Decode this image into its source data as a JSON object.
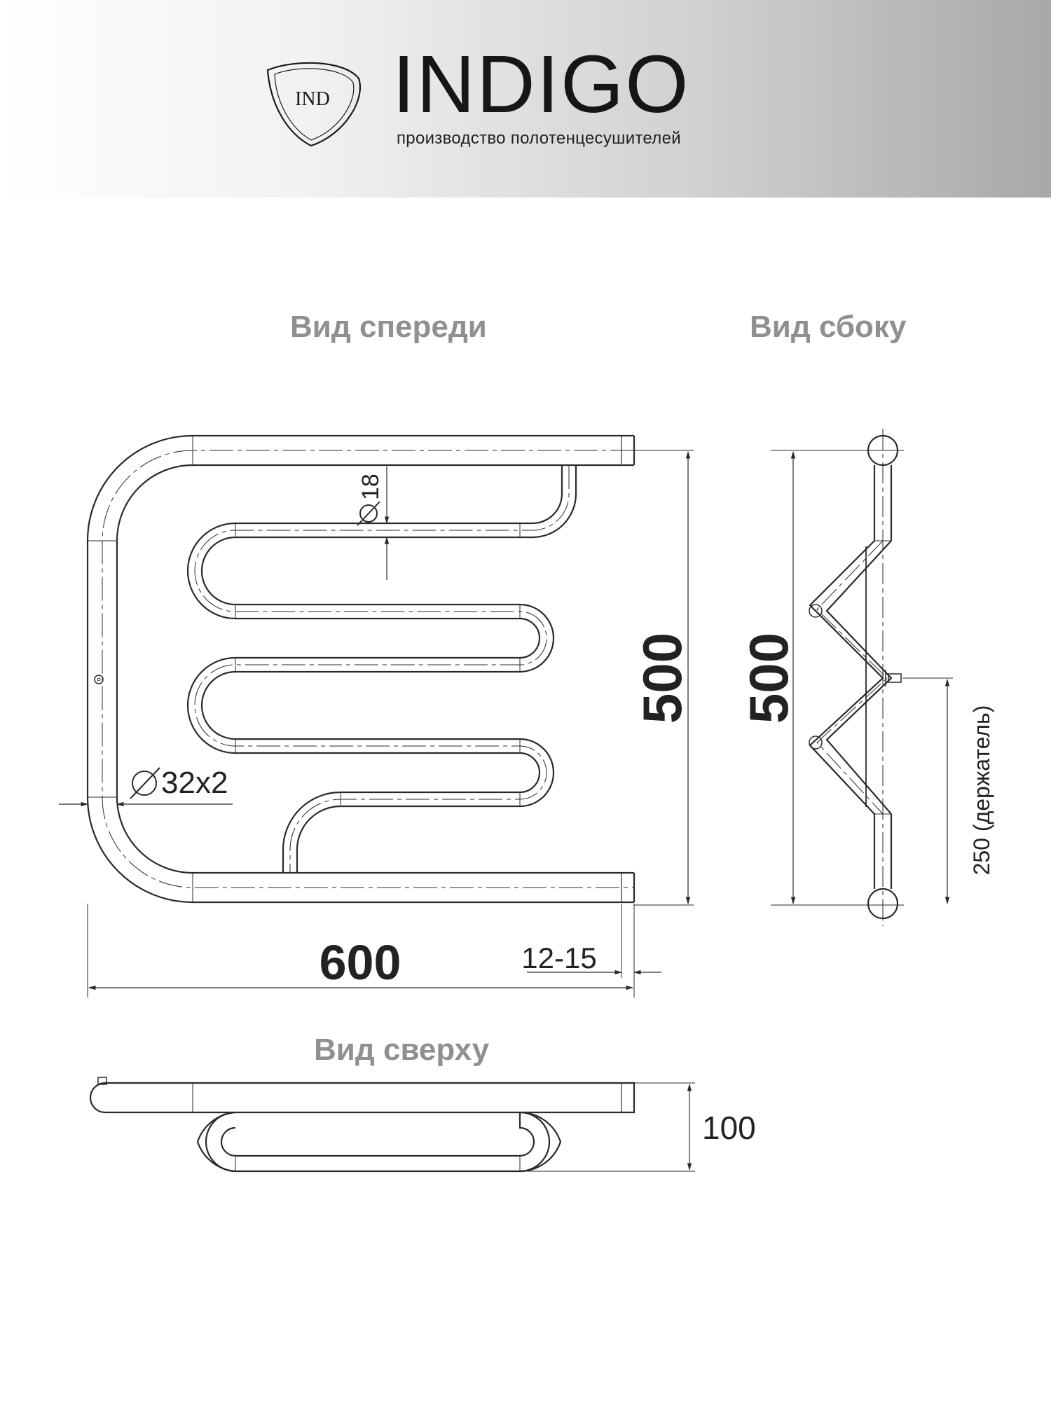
{
  "header": {
    "logo_mark": "IND",
    "brand_name": "INDIGO",
    "tagline": "производство полотенцесушителей"
  },
  "views": {
    "front": "Вид спереди",
    "side": "Вид сбоку",
    "top": "Вид сверху"
  },
  "dimensions": {
    "tube_diameter_small": "18",
    "tube_diameter_main": "32x2",
    "height_front": "500",
    "height_side": "500",
    "width": "600",
    "gap": "12-15",
    "holder": "250 (держатель)",
    "depth": "100"
  },
  "colors": {
    "line": "#2a2a2a",
    "title_gray": "#909090"
  }
}
